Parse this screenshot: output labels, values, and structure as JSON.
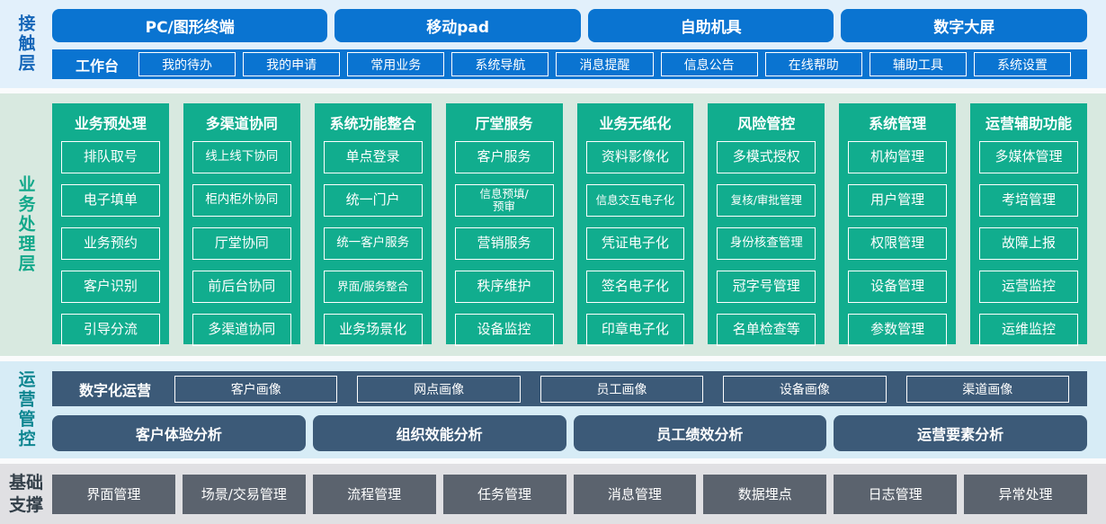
{
  "layers": {
    "contact": {
      "label": "接触层",
      "channels": [
        "PC/图形终端",
        "移动pad",
        "自助机具",
        "数字大屏"
      ],
      "workbench_label": "工作台",
      "workbench_items": [
        "我的待办",
        "我的申请",
        "常用业务",
        "系统导航",
        "消息提醒",
        "信息公告",
        "在线帮助",
        "辅助工具",
        "系统设置"
      ]
    },
    "business": {
      "label": "业务处理层",
      "columns": [
        {
          "title": "业务预处理",
          "items": [
            "排队取号",
            "电子填单",
            "业务预约",
            "客户识别",
            "引导分流"
          ]
        },
        {
          "title": "多渠道协同",
          "items": [
            "线上线下协同",
            "柜内柜外协同",
            "厅堂协同",
            "前后台协同",
            "多渠道协同"
          ]
        },
        {
          "title": "系统功能整合",
          "items": [
            "单点登录",
            "统一门户",
            "统一客户服务",
            "界面/服务整合",
            "业务场景化"
          ]
        },
        {
          "title": "厅堂服务",
          "items": [
            "客户服务",
            "信息预填/\n预审",
            "营销服务",
            "秩序维护",
            "设备监控"
          ]
        },
        {
          "title": "业务无纸化",
          "items": [
            "资料影像化",
            "信息交互电子化",
            "凭证电子化",
            "签名电子化",
            "印章电子化"
          ]
        },
        {
          "title": "风险管控",
          "items": [
            "多模式授权",
            "复核/审批管理",
            "身份核查管理",
            "冠字号管理",
            "名单检查等"
          ]
        },
        {
          "title": "系统管理",
          "items": [
            "机构管理",
            "用户管理",
            "权限管理",
            "设备管理",
            "参数管理"
          ]
        },
        {
          "title": "运营辅助功能",
          "items": [
            "多媒体管理",
            "考培管理",
            "故障上报",
            "运营监控",
            "运维监控"
          ]
        }
      ]
    },
    "operations": {
      "label": "运营管控",
      "digital_label": "数字化运营",
      "profiles": [
        "客户画像",
        "网点画像",
        "员工画像",
        "设备画像",
        "渠道画像"
      ],
      "analysis": [
        "客户体验分析",
        "组织效能分析",
        "员工绩效分析",
        "运营要素分析"
      ]
    },
    "foundation": {
      "label": "基础支撑",
      "items": [
        "界面管理",
        "场景/交易管理",
        "流程管理",
        "任务管理",
        "消息管理",
        "数据埋点",
        "日志管理",
        "异常处理"
      ]
    }
  },
  "colors": {
    "blue": "#0a74d1",
    "green": "#11ad8e",
    "slate": "#3c5a78",
    "gray": "#5b636e",
    "band_contact": "#e2f0fb",
    "band_business": "#d8e9e0",
    "band_operations": "#d7ecf6",
    "band_foundation": "#e0e0e3",
    "label_contact": "#1566b8",
    "label_business": "#12a88a",
    "label_operations": "#0e8691",
    "label_foundation": "#333f49"
  }
}
